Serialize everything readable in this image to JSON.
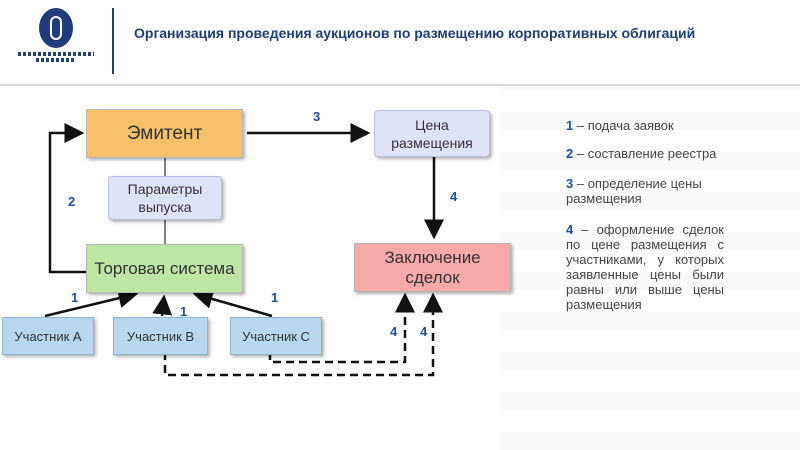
{
  "header": {
    "title": "Организация проведения аукционов по размещению корпоративных облигаций"
  },
  "diagram": {
    "nodes": {
      "issuer": "Эмитент",
      "params": "Параметры выпуска",
      "trading": "Торговая система",
      "price": "Цена размещения",
      "deals": "Заключение сделок",
      "participant_a": "Участник A",
      "participant_b": "Участник B",
      "participant_c": "Участник C"
    },
    "edge_labels": {
      "issuer_to_price": "3",
      "trading_to_issuer": "2",
      "price_to_deals": "4",
      "a_to_trading": "1",
      "b_to_trading": "1",
      "c_to_trading": "1",
      "dashed_left": "4",
      "dashed_right": "4"
    },
    "legend": [
      {
        "num": "1",
        "text": " – подача заявок"
      },
      {
        "num": "2",
        "text": " – составление реестра"
      },
      {
        "num": "3",
        "text": " – определение цены размещения"
      },
      {
        "num": "4",
        "text": " – оформление сделок по цене размещения с участниками, у которых заявленные цены были равны или выше цены размещения"
      }
    ]
  }
}
